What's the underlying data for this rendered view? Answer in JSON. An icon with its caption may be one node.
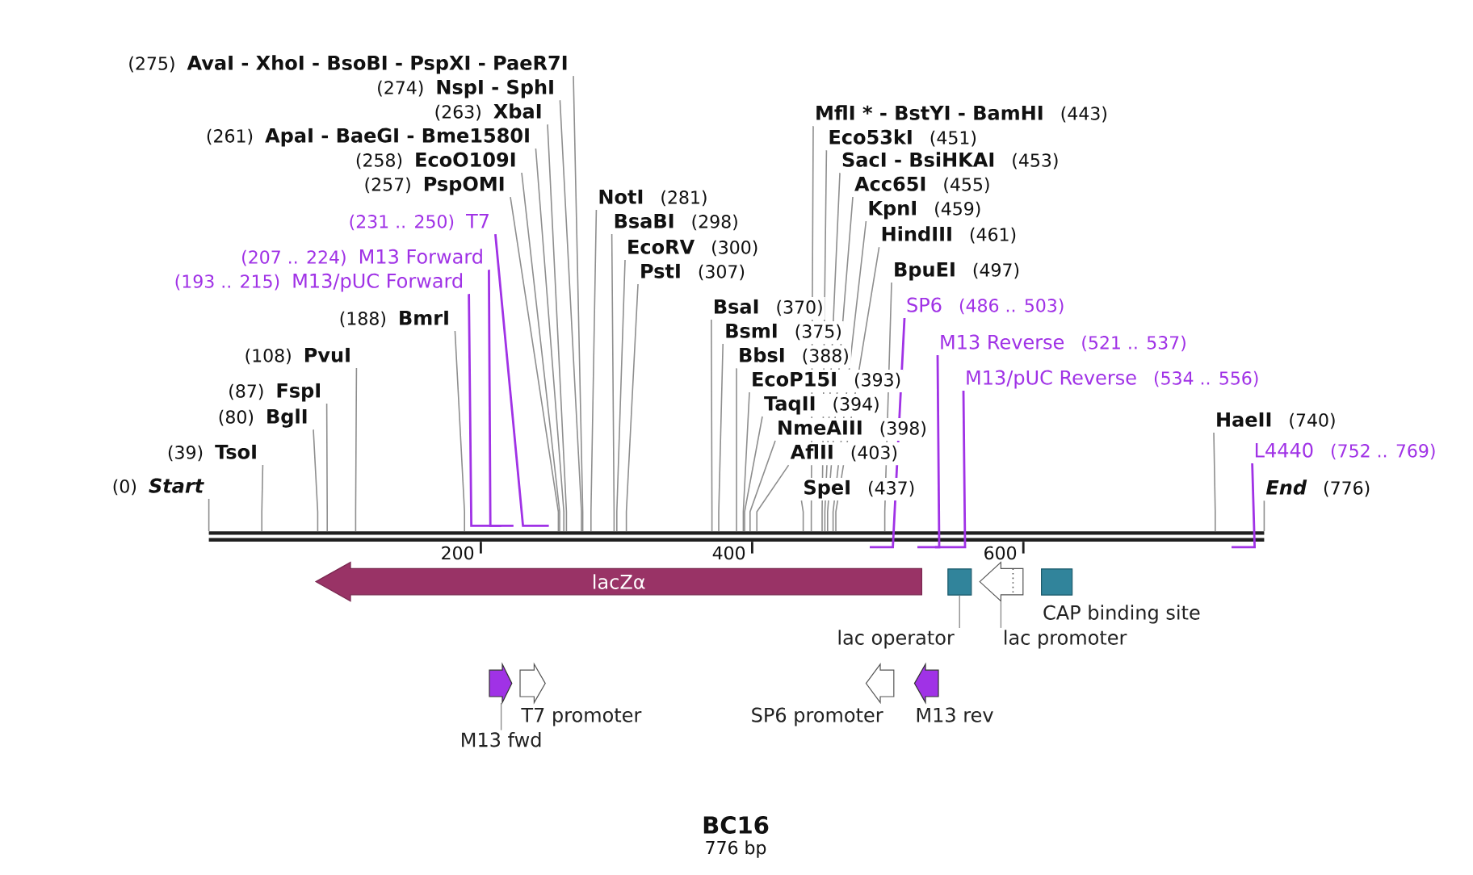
{
  "diagram": {
    "title": "BC16",
    "nodes": [
      {
        "text": [
          "(275)",
          "AvaI - XhoI - BsoBI - PspXI - PaeR7I"
        ]
      },
      {
        "text": [
          "(274)",
          "NspI - SphI"
        ]
      },
      {
        "text": [
          "(263)",
          "XbaI"
        ]
      },
      {
        "text": [
          "MflI * - BstYI - BamHI",
          "(443)"
        ]
      },
      {
        "text": [
          "(261)",
          "ApaI - BaeGI - Bme1580I"
        ]
      },
      {
        "text": [
          "Eco53kI",
          "(451)"
        ]
      },
      {
        "text": [
          "(258)",
          "EcoO109I"
        ]
      },
      {
        "text": [
          "SacI - BsiHKAI",
          "(453)"
        ]
      },
      {
        "text": [
          "(257)",
          "PspOMI"
        ]
      },
      {
        "text": [
          "Acc65I",
          "(455)"
        ]
      },
      {
        "text": [
          "NotI",
          "(281)"
        ]
      },
      {
        "text": [
          "KpnI",
          "(459)"
        ]
      },
      {
        "text": [
          "(231 .. 250)",
          "T7"
        ]
      },
      {
        "text": [
          "BsaBI",
          "(298)"
        ]
      },
      {
        "text": [
          "HindIII",
          "(461)"
        ]
      },
      {
        "text": [
          "EcoRV",
          "(300)"
        ]
      },
      {
        "text": [
          "(207 .. 224)",
          "M13 Forward"
        ]
      },
      {
        "text": [
          "BpuEI",
          "(497)"
        ]
      },
      {
        "text": [
          "PstI",
          "(307)"
        ]
      },
      {
        "text": [
          "(193 .. 215)",
          "M13/pUC Forward"
        ]
      },
      {
        "text": [
          "SP6",
          "(486 .. 503)"
        ]
      },
      {
        "text": [
          "BsaI",
          "(370)"
        ]
      },
      {
        "text": [
          "(188)",
          "BmrI"
        ]
      },
      {
        "text": [
          "BsmI",
          "(375)"
        ]
      },
      {
        "text": [
          "M13 Reverse",
          "(521 .. 537)"
        ]
      },
      {
        "text": [
          "(108)",
          "PvuI"
        ]
      },
      {
        "text": [
          "BbsI",
          "(388)"
        ]
      },
      {
        "text": [
          "M13/pUC Reverse",
          "(534 .. 556)"
        ]
      },
      {
        "text": [
          "EcoP15I",
          "(393)"
        ]
      },
      {
        "text": [
          "(87)",
          "FspI"
        ]
      },
      {
        "text": [
          "TaqII",
          "(394)"
        ]
      },
      {
        "text": [
          "(80)",
          "BglI"
        ]
      },
      {
        "text": [
          "HaeII",
          "(740)"
        ]
      },
      {
        "text": [
          "NmeAIII",
          "(398)"
        ]
      },
      {
        "text": [
          "L4440",
          "(752 .. 769)"
        ]
      },
      {
        "text": [
          "(39)",
          "TsoI"
        ]
      },
      {
        "text": [
          "AflII",
          "(403)"
        ]
      },
      {
        "text": [
          "(0)",
          "Start"
        ]
      },
      {
        "text": [
          "SpeI",
          "(437)"
        ]
      },
      {
        "text": [
          "End",
          "(776)"
        ]
      },
      {
        "text": [],
        "shape": "bar"
      },
      {
        "text": [
          "lacZα"
        ]
      },
      {
        "text": [],
        "shape": "box"
      },
      {
        "text": [],
        "shape": "arrow"
      },
      {
        "text": [],
        "shape": "box",
        "beside": [
          "CAP binding site"
        ]
      },
      {
        "text": [
          "lac operator"
        ]
      },
      {
        "text": [
          "lac promoter"
        ]
      },
      {
        "text": [],
        "shape": "arrow"
      },
      {
        "text": [],
        "shape": "arrow",
        "beside": [
          "T7 promoter"
        ]
      },
      {
        "text": [],
        "shape": "arrow",
        "beside": [
          "SP6 promoter"
        ]
      },
      {
        "text": [],
        "shape": "arrow",
        "beside": [
          "M13 rev"
        ]
      },
      {
        "text": [
          "M13 fwd"
        ]
      }
    ],
    "edges": [
      {
        "from": 0,
        "to": 40,
        "arrow": "none"
      },
      {
        "from": 1,
        "to": 40,
        "arrow": "none"
      },
      {
        "from": 2,
        "to": 40,
        "arrow": "none"
      },
      {
        "from": 3,
        "to": 40,
        "arrow": "none"
      },
      {
        "from": 4,
        "to": 40,
        "arrow": "none"
      },
      {
        "from": 5,
        "to": 40,
        "arrow": "none"
      },
      {
        "from": 6,
        "to": 40,
        "arrow": "none"
      },
      {
        "from": 7,
        "to": 40,
        "arrow": "none"
      },
      {
        "from": 8,
        "to": 40,
        "arrow": "none"
      },
      {
        "from": 9,
        "to": 40,
        "arrow": "none"
      },
      {
        "from": 10,
        "to": 40,
        "arrow": "none"
      },
      {
        "from": 11,
        "to": 40,
        "arrow": "none"
      },
      {
        "from": 12,
        "to": 40,
        "arrow": "none",
        "color": "#a032e6"
      },
      {
        "from": 13,
        "to": 40,
        "arrow": "none"
      },
      {
        "from": 14,
        "to": 40,
        "arrow": "none"
      },
      {
        "from": 15,
        "to": 40,
        "arrow": "none"
      },
      {
        "from": 16,
        "to": 40,
        "arrow": "none",
        "color": "#a032e6"
      },
      {
        "from": 17,
        "to": 40,
        "arrow": "none"
      },
      {
        "from": 18,
        "to": 40,
        "arrow": "none"
      },
      {
        "from": 19,
        "to": 40,
        "arrow": "none",
        "color": "#a032e6"
      },
      {
        "from": 20,
        "to": 40,
        "arrow": "none",
        "color": "#a032e6"
      },
      {
        "from": 21,
        "to": 40,
        "arrow": "none"
      },
      {
        "from": 22,
        "to": 40,
        "arrow": "none"
      },
      {
        "from": 23,
        "to": 40,
        "arrow": "none"
      },
      {
        "from": 24,
        "to": 40,
        "arrow": "none",
        "color": "#a032e6"
      },
      {
        "from": 25,
        "to": 40,
        "arrow": "none"
      },
      {
        "from": 26,
        "to": 40,
        "arrow": "none"
      },
      {
        "from": 27,
        "to": 40,
        "arrow": "none",
        "color": "#a032e6"
      },
      {
        "from": 28,
        "to": 40,
        "arrow": "none"
      },
      {
        "from": 29,
        "to": 40,
        "arrow": "none"
      },
      {
        "from": 30,
        "to": 40,
        "arrow": "none"
      },
      {
        "from": 31,
        "to": 40,
        "arrow": "none"
      },
      {
        "from": 32,
        "to": 40,
        "arrow": "none"
      },
      {
        "from": 33,
        "to": 40,
        "arrow": "none"
      },
      {
        "from": 34,
        "to": 40,
        "arrow": "none",
        "color": "#a032e6"
      },
      {
        "from": 35,
        "to": 40,
        "arrow": "none"
      },
      {
        "from": 36,
        "to": 40,
        "arrow": "none"
      },
      {
        "from": 37,
        "to": 40,
        "arrow": "none"
      },
      {
        "from": 38,
        "to": 40,
        "arrow": "none"
      },
      {
        "from": 39,
        "to": 40,
        "arrow": "none"
      },
      {
        "from": 45,
        "to": 42,
        "arrow": "none"
      },
      {
        "from": 46,
        "to": 43,
        "arrow": "none"
      },
      {
        "from": 51,
        "to": 47,
        "arrow": "none"
      }
    ],
    "labels": [
      "200",
      "400",
      "600",
      "776 bp"
    ]
  }
}
